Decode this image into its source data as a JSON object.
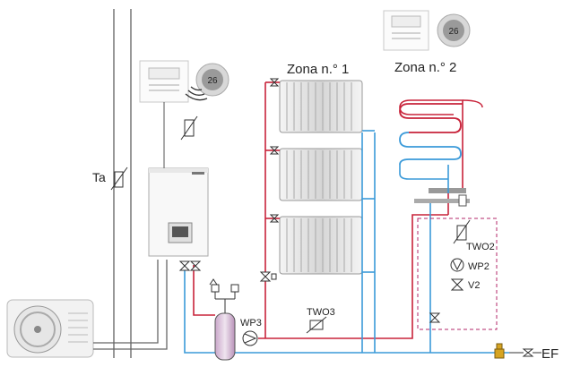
{
  "zones": {
    "zone1_label": "Zona n.° 1",
    "zone2_label": "Zona n.° 2"
  },
  "labels": {
    "ta": "Ta",
    "wp3": "WP3",
    "two3": "TWO3",
    "two2": "TWO2",
    "wp2": "WP2",
    "v2": "V2",
    "ef": "EF"
  },
  "controllers": {
    "thermostat_display": "26"
  },
  "colors": {
    "flow": "#c8233a",
    "return": "#3a9ad9",
    "frame": "#888888",
    "radiator": "#d9d9d9",
    "group_border": "#b3276a"
  }
}
